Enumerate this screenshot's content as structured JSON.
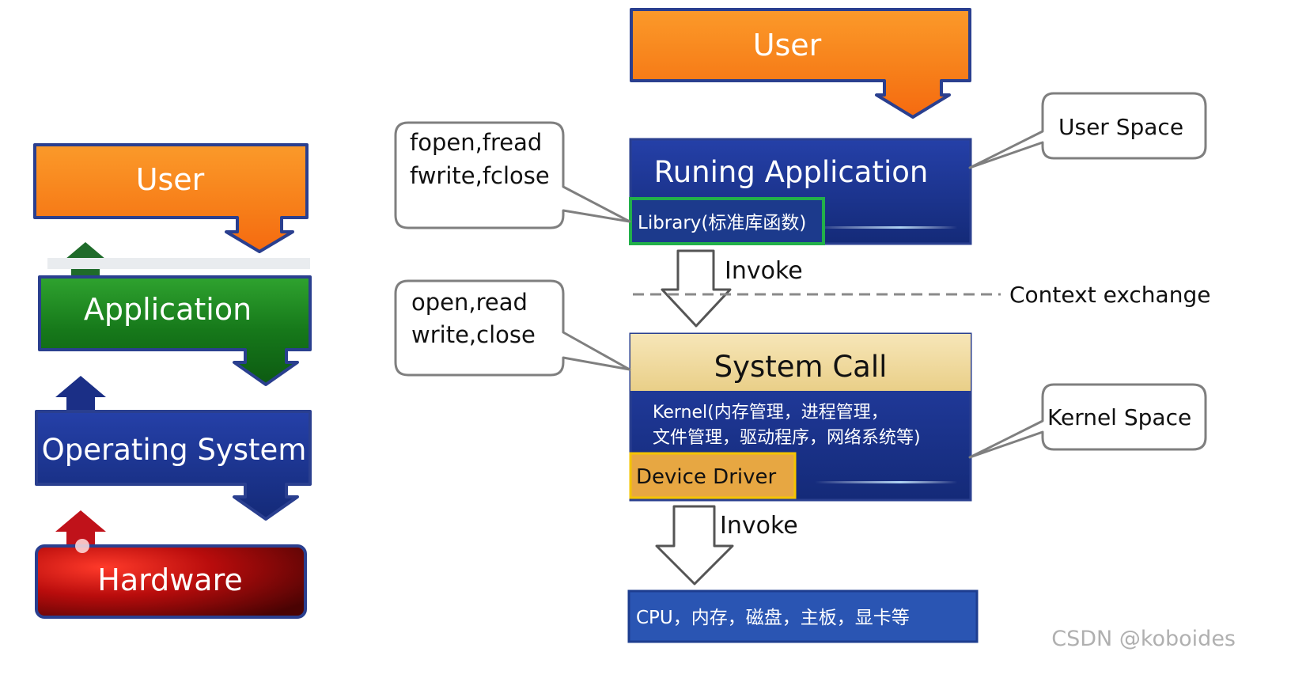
{
  "left_stack": {
    "user": "User",
    "application": "Application",
    "operating_system": "Operating System",
    "hardware": "Hardware"
  },
  "right_flow": {
    "user": "User",
    "running_application": "Runing Application",
    "library": "Library(标准库函数)",
    "invoke_1": "Invoke",
    "context_exchange": "Context exchange",
    "system_call": "System  Call",
    "kernel_line1": "Kernel(内存管理，进程管理，",
    "kernel_line2": "文件管理，驱动程序，网络系统等)",
    "device_driver": "Device Driver",
    "invoke_2": "Invoke",
    "hardware_bar": "CPU，内存，磁盘，主板，显卡等"
  },
  "callouts": {
    "stdio_line1": "fopen,fread",
    "stdio_line2": "fwrite,fclose",
    "syscall_line1": "open,read",
    "syscall_line2": "write,close",
    "user_space": "User  Space",
    "kernel_space": "Kernel  Space"
  },
  "watermark": "CSDN @koboides",
  "colors": {
    "orange": "#f7871e",
    "green": "#1c7a1e",
    "navy": "#1b2f86",
    "red": "#b50b0b",
    "gold": "#f0dba4"
  }
}
